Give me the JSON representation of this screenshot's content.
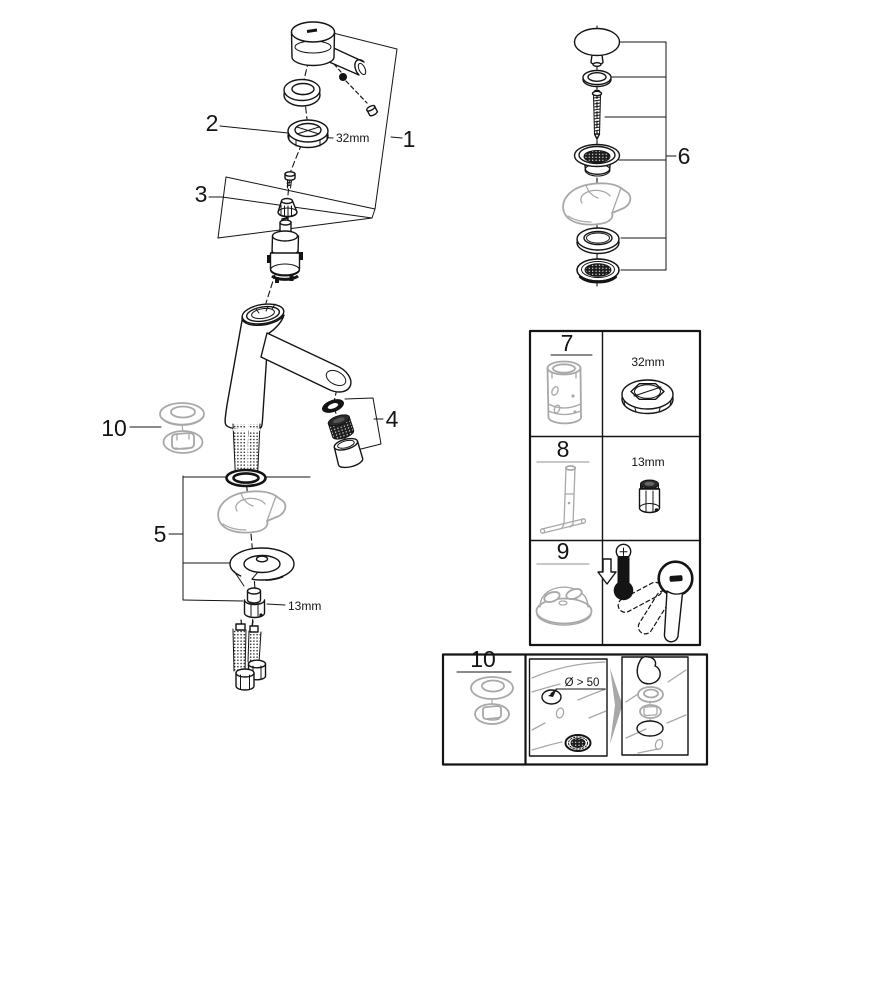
{
  "diagram": {
    "parts": {
      "p1": "1",
      "p2": "2",
      "p3": "3",
      "p4": "4",
      "p5": "5",
      "p6": "6",
      "p7": "7",
      "p8": "8",
      "p9": "9",
      "p10": "10",
      "p10_box": "10"
    },
    "annotations": {
      "ringnut_size_main": "32mm",
      "bolt_size_main": "13mm",
      "ringnut_size_ref": "32mm",
      "bolt_size_ref": "13mm",
      "min_hole_diameter": "Ø > 50"
    },
    "colors": {
      "line": "#141414",
      "ghost_gray": "#a8a8a8",
      "background": "#ffffff"
    }
  }
}
